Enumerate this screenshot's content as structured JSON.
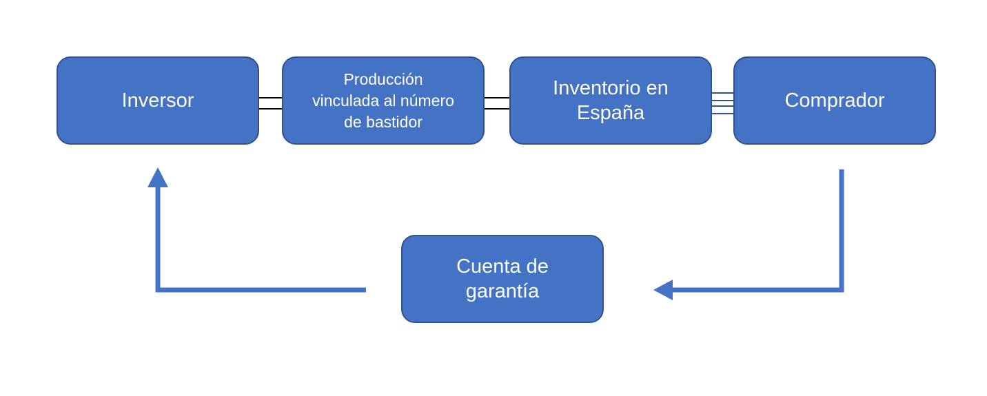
{
  "nodes": {
    "inversor": {
      "lines": [
        "Inversor"
      ]
    },
    "produccion": {
      "lines": [
        "Producción",
        "vinculada al número",
        "de bastidor"
      ]
    },
    "inventario": {
      "lines": [
        "Inventorio en",
        "España"
      ]
    },
    "comprador": {
      "lines": [
        "Comprador"
      ]
    },
    "cuenta": {
      "lines": [
        "Cuenta de",
        "garantía"
      ]
    }
  },
  "colors": {
    "node_fill": "#4472c4",
    "node_border": "#2f528f",
    "node_text": "#ffffff",
    "connector": "#4472c4",
    "arrow_outline": "#000000",
    "arrow_fill": "#ffffff"
  }
}
